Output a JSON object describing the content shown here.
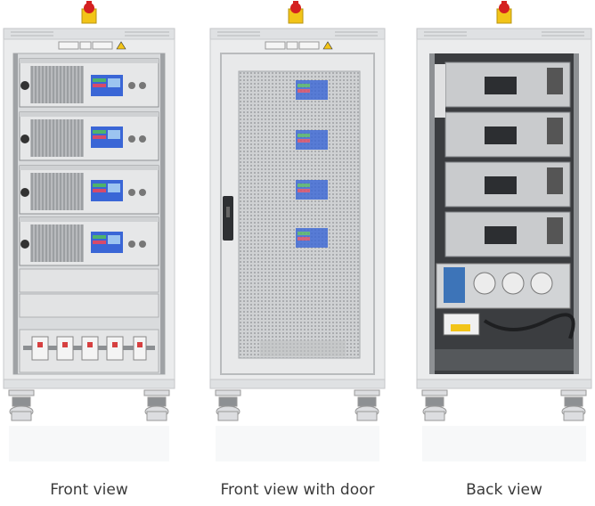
{
  "views": [
    {
      "id": "front",
      "caption": "Front view"
    },
    {
      "id": "front-door",
      "caption": "Front view with door"
    },
    {
      "id": "back",
      "caption": "Back view"
    }
  ],
  "colors": {
    "cabinet": "#e9eaeb",
    "frame": "#d6d8da",
    "dark": "#3b3d40",
    "estop_red": "#d42020",
    "estop_yellow": "#f2c418",
    "display_blue": "#3a66d6",
    "breaker_red": "#d64040"
  },
  "device_counts": {
    "power_supplies": 4,
    "breakers": 5
  }
}
